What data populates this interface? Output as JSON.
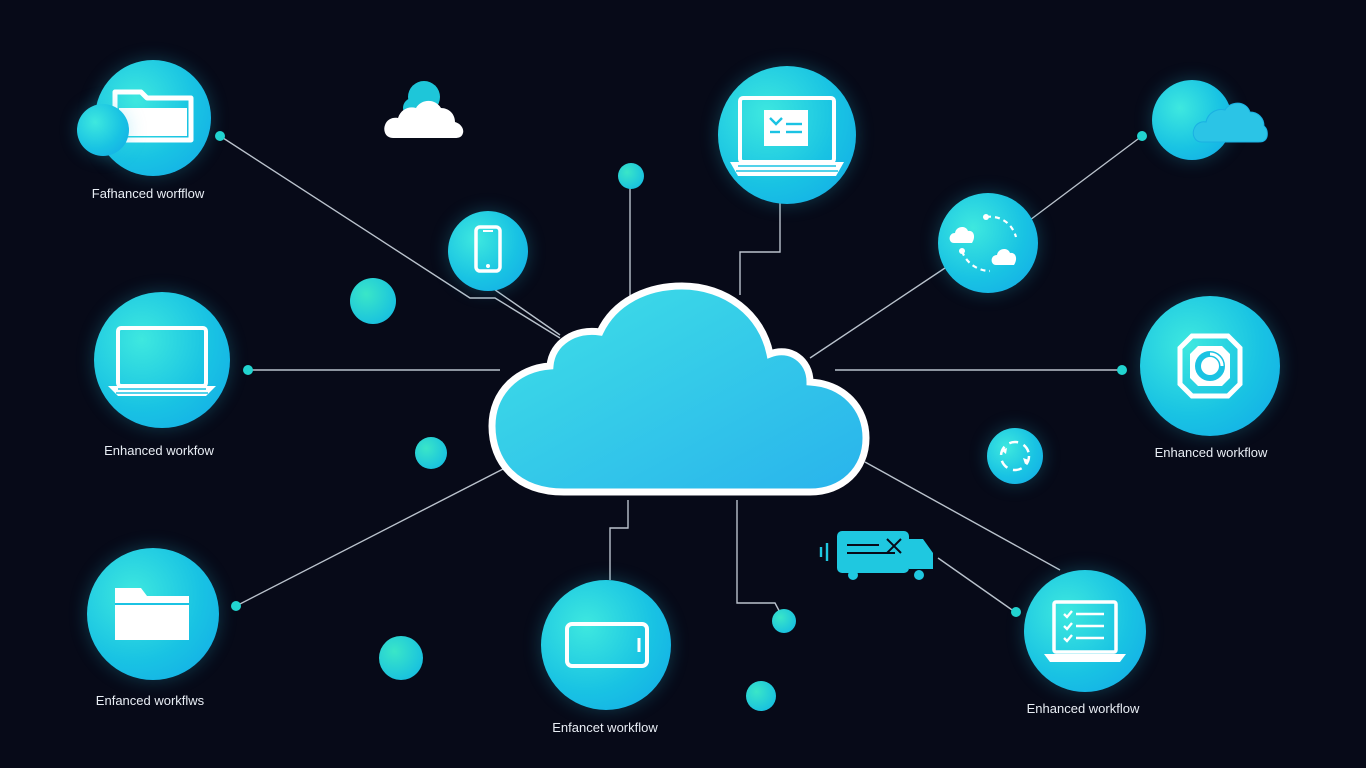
{
  "labels": {
    "top_left": "Fafhanced worfflow",
    "mid_left": "Enhanced workfow",
    "bottom_left": "Enfanced workflws",
    "bottom_center": "Enfancet workflow",
    "mid_right": "Enhanced workflow",
    "bottom_right": "Enhanced workflow"
  },
  "colors": {
    "background": "#070a18",
    "accent": "#1fc8e0",
    "line": "#d9e3ec"
  },
  "icons": {
    "hub": "cloud-icon",
    "top_left": "folder-icon",
    "mid_left": "laptop-icon",
    "bottom_left": "folder-icon",
    "phone": "smartphone-icon",
    "top_center": "laptop-code-icon",
    "sync": "cloud-sync-icon",
    "top_right": "cloud-icon",
    "mid_right": "gear-icon",
    "refresh": "refresh-icon",
    "truck": "delivery-truck-icon",
    "bottom_center": "tablet-icon",
    "bottom_right": "laptop-checklist-icon"
  }
}
